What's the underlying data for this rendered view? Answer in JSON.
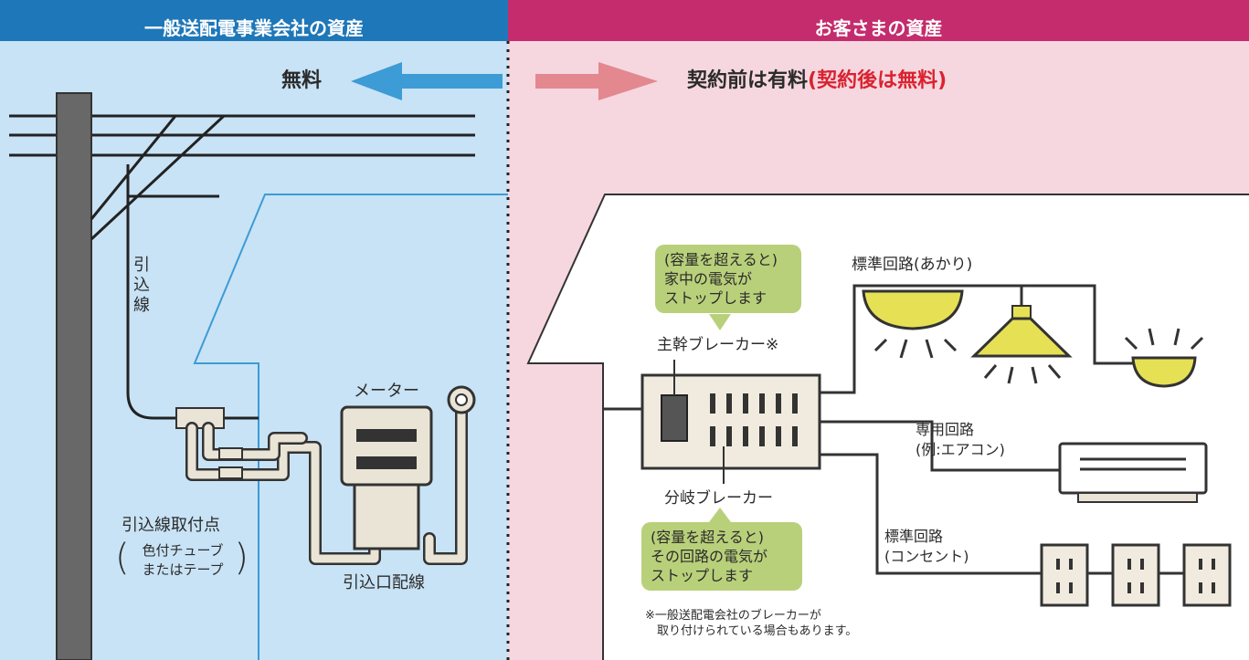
{
  "header": {
    "left_title": "一般送配電事業会社の資産",
    "right_title": "お客さまの資産"
  },
  "cost": {
    "left_label": "無料",
    "right_label": "契約前は有料",
    "right_note": "(契約後は無料)"
  },
  "labels": {
    "service_drop": "引\n込\n線",
    "meter": "メーター",
    "attach_point": "引込線取付点",
    "attach_note": "色付チューブ\nまたはテープ",
    "entrance_wiring": "引込口配線",
    "main_breaker": "主幹ブレーカー※",
    "branch_breaker": "分岐ブレーカー",
    "circuit_lighting": "標準回路(あかり)",
    "circuit_dedicated": "専用回路\n(例:エアコン)",
    "circuit_outlet": "標準回路\n(コンセント)"
  },
  "bubbles": {
    "main": "(容量を超えると)\n家中の電気が\nストップします",
    "branch": "(容量を超えると)\nその回路の電気が\nストップします"
  },
  "footnote": "※一般送配電会社のブレーカーが\n　取り付けられている場合もあります。",
  "colors": {
    "header_blue": "#1e77b8",
    "header_pink": "#c42c6d",
    "area_blue": "#c8e3f5",
    "area_pink": "#f6d7e0",
    "arrow_blue": "#3d9bd6",
    "arrow_pink": "#e3888f",
    "red_text": "#d9232f",
    "lamp_yellow": "#e6e055",
    "bubble_green": "#b9d07a"
  }
}
